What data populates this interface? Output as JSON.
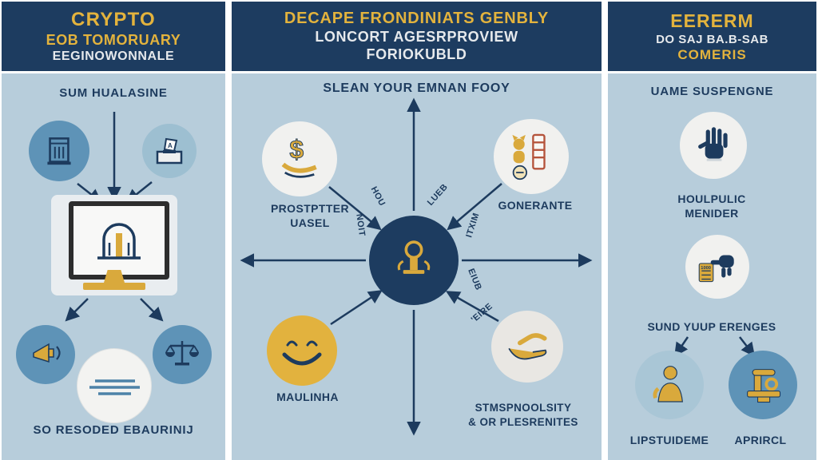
{
  "colors": {
    "header_bg": "#1d3c60",
    "header_gold": "#e3b33d",
    "header_light": "#e6e9ec",
    "body_bg": "#b7cddb",
    "navy": "#1d3b5e",
    "gold": "#d9a93c",
    "blue_circle": "#5e93b7",
    "light_circle": "#f1f1ef"
  },
  "left_panel": {
    "header": [
      "CRYPTO",
      "EOB TOMORUARY",
      "EEGINOWONNALE"
    ],
    "title": "SUM HUALASINE",
    "footer": "SO RESODED EBAURINIJ"
  },
  "center_panel": {
    "header": [
      "DECAPE FRONDINIATS GENBLY",
      "LONCORT AGESRPROVIEW",
      "FORIOKUBLD"
    ],
    "title": "SLEAN YOUR EMNAN FOOY",
    "labels": {
      "top_left": "PROSTPTTER\nUASEL",
      "top_right": "GONERANTE",
      "bottom_left": "MAULINHA",
      "bottom_right": "STMSPNOOLSITY\n& OR PLESRENITES"
    },
    "arrow_labels": [
      "HOU",
      "NOIT",
      "LUEB",
      "ITXIM",
      "EIUB",
      "'EIRE"
    ]
  },
  "right_panel": {
    "header": [
      "EERERM",
      "DO SAJ BA.B-SAB",
      "COMERIS"
    ],
    "title": "UAME SUSPENGNE",
    "label_glove": "HOULPULIC\nMENIDER",
    "label_mid": "SUND YUUP ERENGES",
    "label_bottom_left": "LIPSTUIDEME",
    "label_bottom_right": "APRIRCL",
    "calculator_text": "1000"
  },
  "icons": {
    "left": [
      "bank-building-icon",
      "ballot-box-icon",
      "monitor-icon",
      "megaphone-icon",
      "text-lines-icon",
      "scales-icon"
    ],
    "center": [
      "money-hands-icon",
      "chart-column-icon",
      "ornament-icon",
      "smiley-icon",
      "giving-hands-icon"
    ],
    "right": [
      "glove-icon",
      "pointing-hand-calculator-icon",
      "person-icon",
      "equipment-icon"
    ]
  }
}
